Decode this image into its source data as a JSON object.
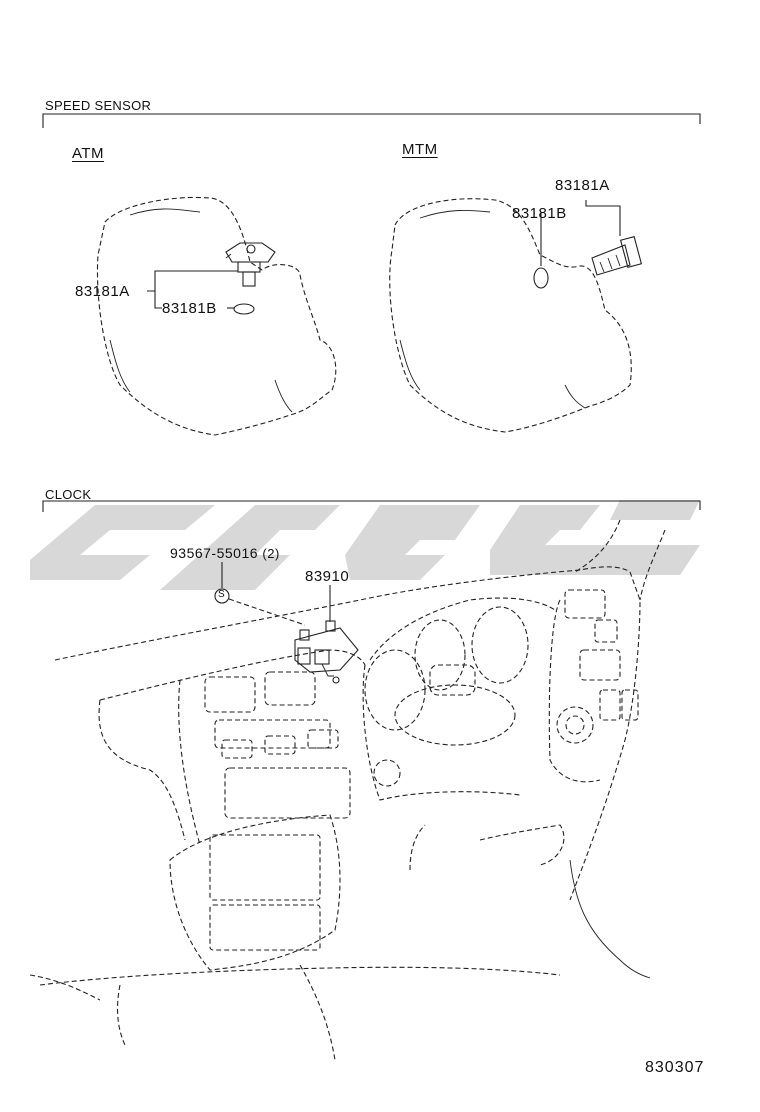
{
  "sections": {
    "speed_sensor": "SPEED SENSOR",
    "clock": "CLOCK"
  },
  "variants": {
    "atm": "ATM",
    "mtm": "MTM"
  },
  "atm_parts": {
    "sensor": "83181A",
    "oring": "83181B"
  },
  "mtm_parts": {
    "sensor": "83181A",
    "oring": "83181B"
  },
  "clock_parts": {
    "screw": "93567-55016",
    "screw_qty": "(2)",
    "screw_symbol": "S",
    "clock": "83910"
  },
  "figure_number": "830307",
  "watermark_color": "#d6d6d6"
}
